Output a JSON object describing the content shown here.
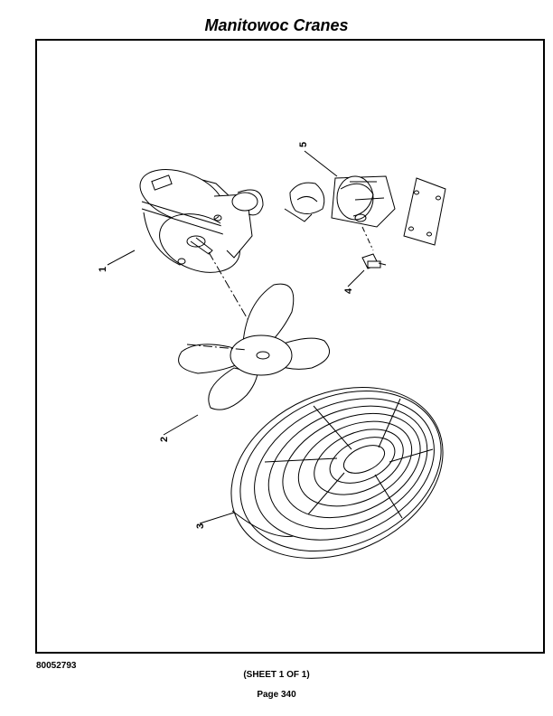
{
  "header": {
    "title": "Manitowoc Cranes"
  },
  "callouts": {
    "c1": "1",
    "c2": "2",
    "c3": "3",
    "c4": "4",
    "c5": "5"
  },
  "footer": {
    "drawing_number": "80052793",
    "sheet": "(SHEET 1 OF 1)",
    "page": "Page 340"
  }
}
